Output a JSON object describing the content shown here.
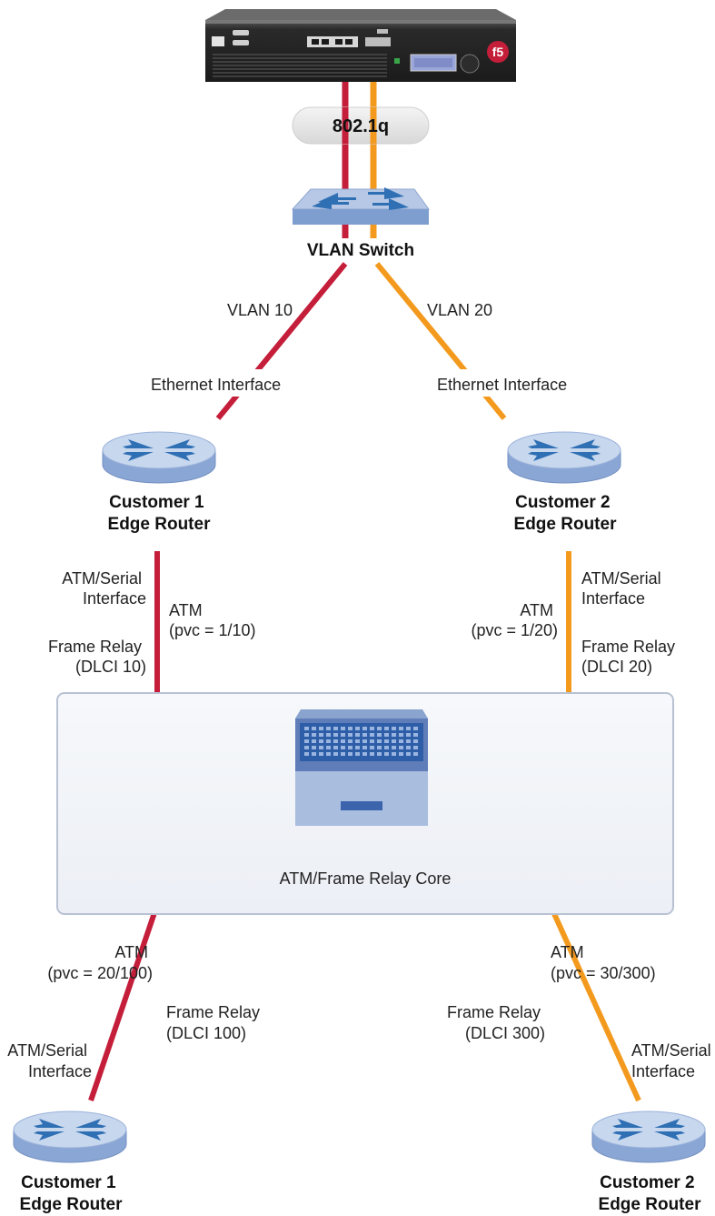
{
  "colors": {
    "vlan10": "#c41e3a",
    "vlan20": "#f39a1e",
    "core_fill": "#f1f4f9",
    "core_stroke": "#b9c2d3",
    "router_fill": "#a9bfe0",
    "router_top": "#c7d7ee",
    "arrow": "#2f6fb3",
    "switch_fill": "#b6c8e6"
  },
  "labels": {
    "trunk": "802.1q",
    "switch": "VLAN Switch",
    "vlan10": "VLAN 10",
    "vlan20": "VLAN 20",
    "eth_left": "Ethernet Interface",
    "eth_right": "Ethernet Interface",
    "core": "ATM/Frame Relay Core"
  },
  "routers": {
    "c1_top": [
      "Customer 1",
      "Edge Router"
    ],
    "c2_top": [
      "Customer 2",
      "Edge Router"
    ],
    "c1_bottom": [
      "Customer 1",
      "Edge Router"
    ],
    "c2_bottom": [
      "Customer 2",
      "Edge Router"
    ]
  },
  "links": {
    "c1_top_iface": [
      "ATM/Serial",
      "Interface"
    ],
    "c1_top_atm": [
      "ATM",
      "(pvc = 1/10)"
    ],
    "c1_top_fr": [
      "Frame Relay",
      "(DLCI 10)"
    ],
    "c2_top_iface": [
      "ATM/Serial",
      "Interface"
    ],
    "c2_top_atm": [
      "ATM",
      "(pvc = 1/20)"
    ],
    "c2_top_fr": [
      "Frame Relay",
      "(DLCI 20)"
    ],
    "c1_bot_atm": [
      "ATM",
      "(pvc = 20/100)"
    ],
    "c1_bot_fr": [
      "Frame Relay",
      "(DLCI 100)"
    ],
    "c1_bot_iface": [
      "ATM/Serial",
      "Interface"
    ],
    "c2_bot_atm": [
      "ATM",
      "(pvc = 30/300)"
    ],
    "c2_bot_fr": [
      "Frame Relay",
      "(DLCI 300)"
    ],
    "c2_bot_iface": [
      "ATM/Serial",
      "Interface"
    ]
  },
  "device": {
    "logo_text": "f5"
  }
}
